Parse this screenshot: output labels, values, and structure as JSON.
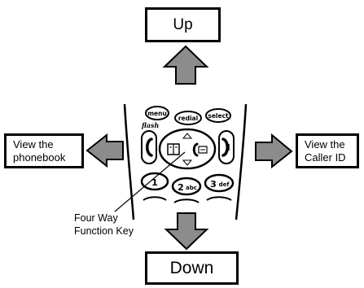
{
  "labels": {
    "up": "Up",
    "down": "Down",
    "left": "View the\nphonebook",
    "right": "View the\nCaller ID",
    "callout": "Four Way\nFunction Key"
  },
  "keypad": {
    "menu": "menu",
    "redial": "redial",
    "select": "select",
    "flash": "flash",
    "key1": "1",
    "key2": "2",
    "key2_sub": "abc",
    "key3": "3",
    "key3_sub": "def"
  },
  "colors": {
    "arrow_fill": "#8c8c8c",
    "outline": "#000000"
  }
}
